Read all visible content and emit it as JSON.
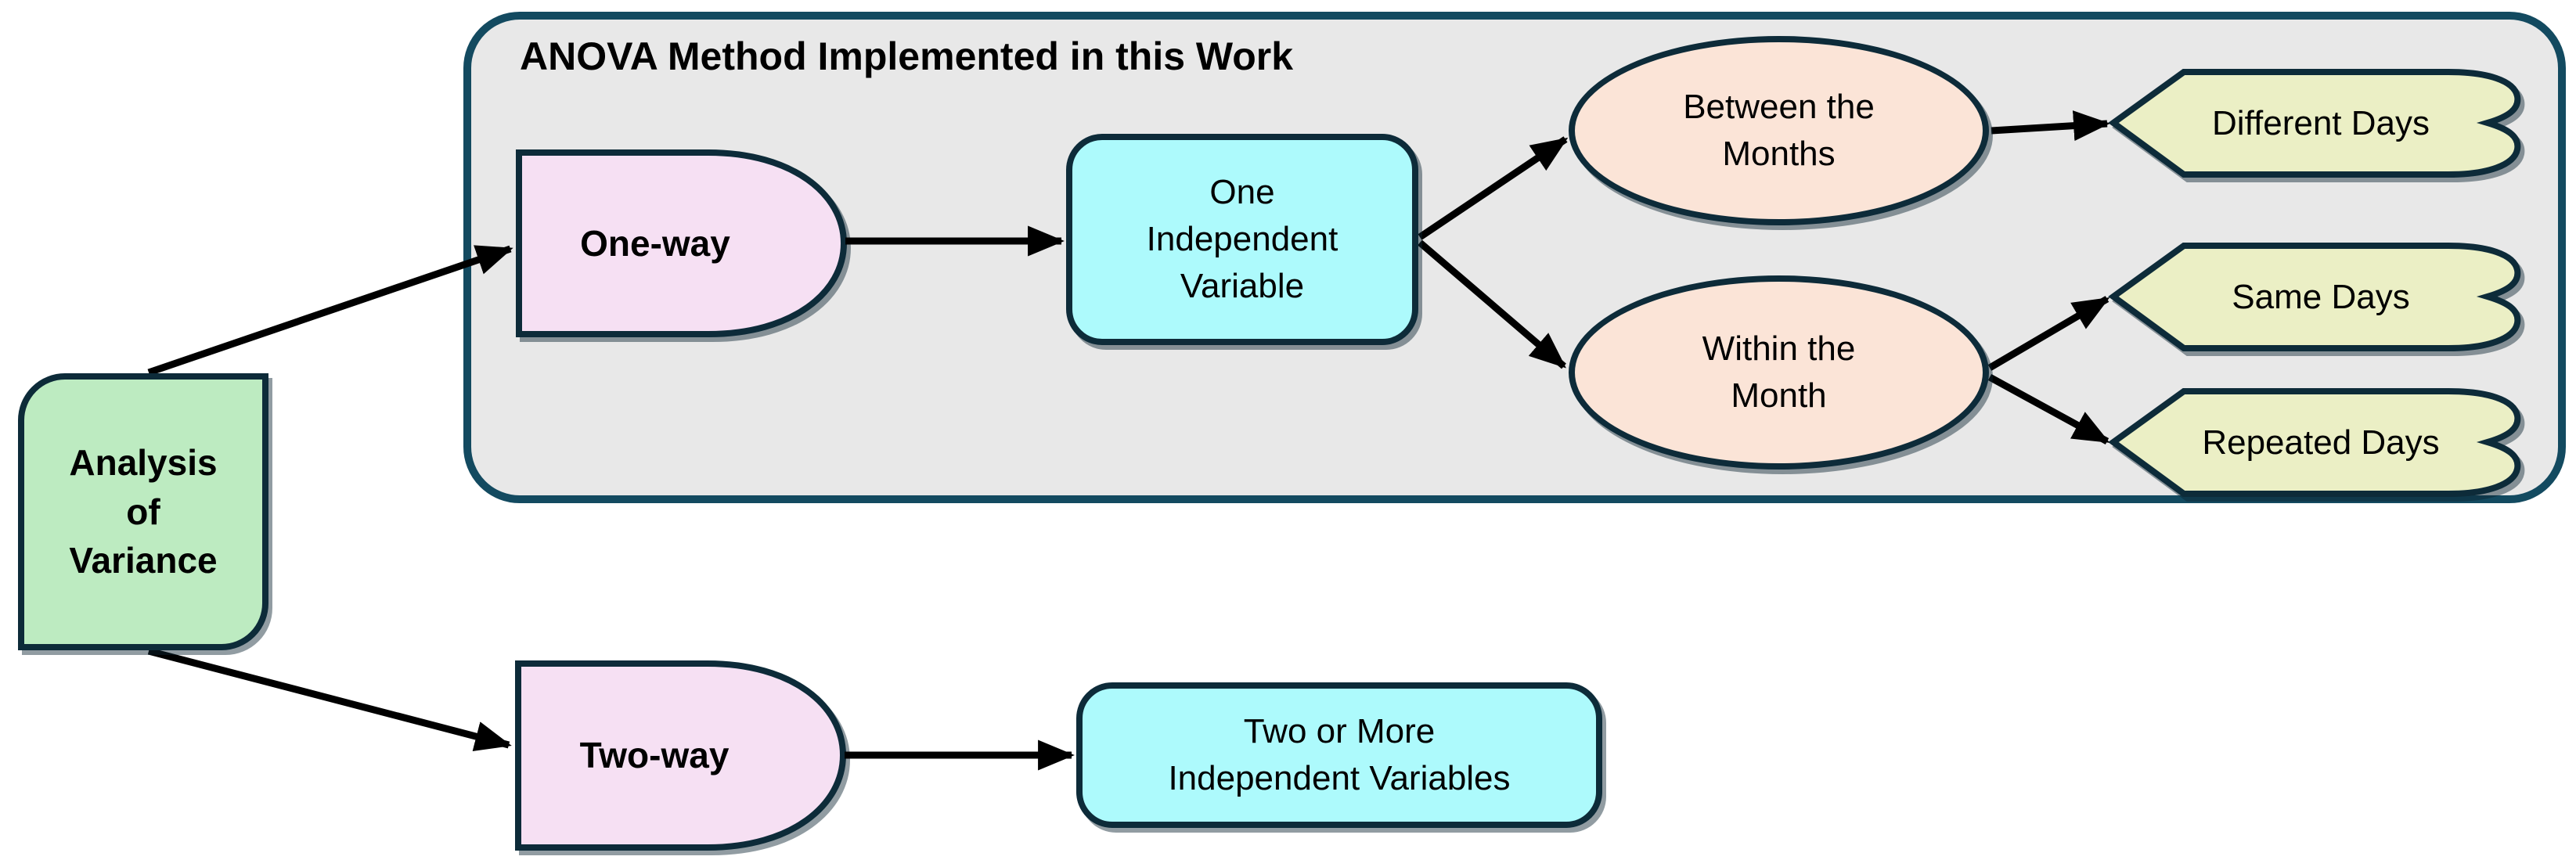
{
  "diagram": {
    "group_title": "ANOVA Method Implemented in this Work",
    "nodes": {
      "root": {
        "label": "Analysis\nof\nVariance",
        "shape": "alternate-process",
        "fill": "#BDEBC1"
      },
      "one_way": {
        "label": "One-way",
        "shape": "delay",
        "fill": "#F6E0F3"
      },
      "two_way": {
        "label": "Two-way",
        "shape": "delay",
        "fill": "#F6E0F3"
      },
      "one_independent_variable": {
        "label": "One\nIndependent\nVariable",
        "shape": "rounded-rectangle",
        "fill": "#ADFAFC"
      },
      "two_or_more_independent_variables": {
        "label": "Two or More\nIndependent Variables",
        "shape": "rounded-rectangle",
        "fill": "#ADFAFC"
      },
      "between_the_months": {
        "label": "Between the\nMonths",
        "shape": "ellipse",
        "fill": "#FBE4D7"
      },
      "within_the_month": {
        "label": "Within the\nMonth",
        "shape": "ellipse",
        "fill": "#FBE4D7"
      },
      "different_days": {
        "label": "Different Days",
        "shape": "banner",
        "fill": "#EBEFC5"
      },
      "same_days": {
        "label": "Same Days",
        "shape": "banner",
        "fill": "#EBEFC5"
      },
      "repeated_days": {
        "label": "Repeated Days",
        "shape": "banner",
        "fill": "#EBEFC5"
      }
    },
    "edges": [
      {
        "from": "root",
        "to": "one_way"
      },
      {
        "from": "root",
        "to": "two_way"
      },
      {
        "from": "one_way",
        "to": "one_independent_variable"
      },
      {
        "from": "one_independent_variable",
        "to": "between_the_months"
      },
      {
        "from": "one_independent_variable",
        "to": "within_the_month"
      },
      {
        "from": "between_the_months",
        "to": "different_days"
      },
      {
        "from": "within_the_month",
        "to": "same_days"
      },
      {
        "from": "within_the_month",
        "to": "repeated_days"
      },
      {
        "from": "two_way",
        "to": "two_or_more_independent_variables"
      }
    ],
    "colors": {
      "background": "#FFFFFF",
      "group_fill": "#E8E8E8",
      "group_border": "#134A60",
      "node_border": "#0D2B39",
      "arrow": "#000000",
      "green": "#BDEBC1",
      "pink": "#F6E0F3",
      "cyan": "#ADFAFC",
      "peach": "#FBE4D7",
      "yellow_green": "#EBEFC5"
    }
  }
}
